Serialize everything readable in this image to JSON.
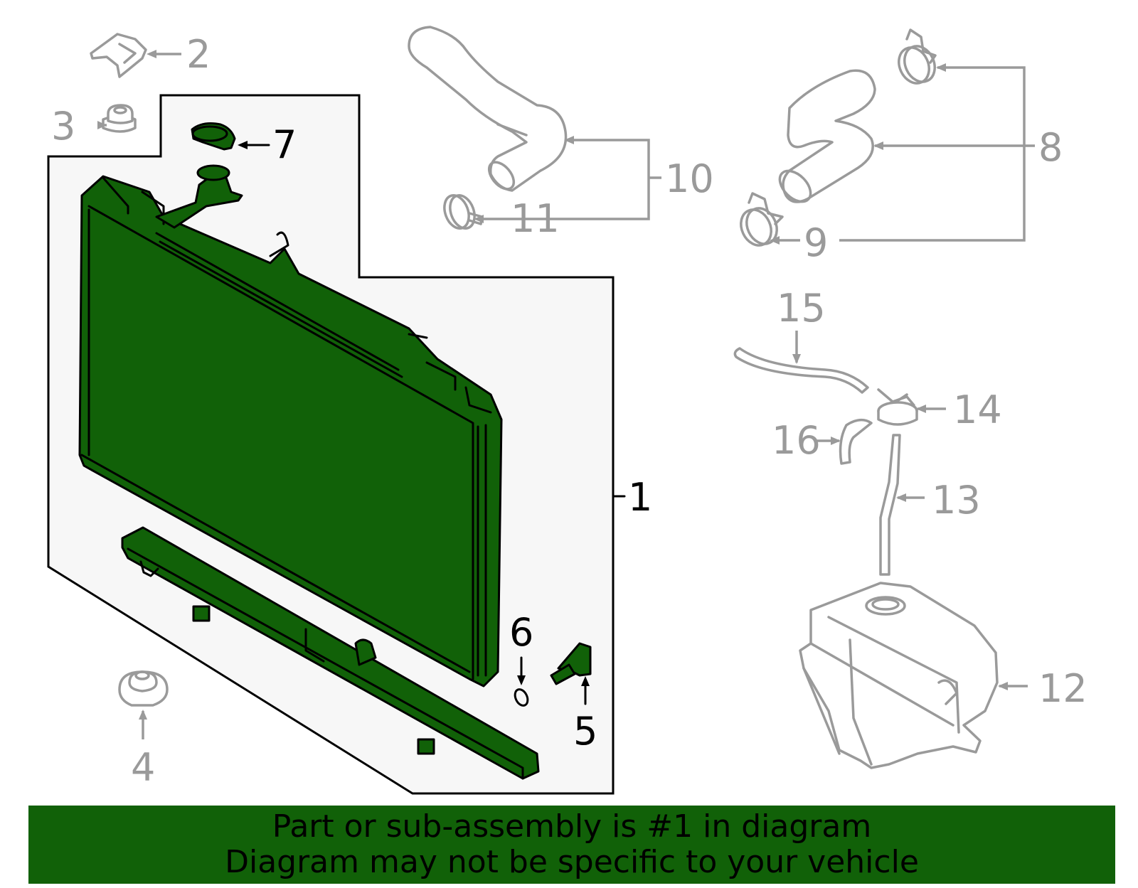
{
  "callouts": [
    {
      "id": "1",
      "label": "1",
      "highlighted": true
    },
    {
      "id": "2",
      "label": "2",
      "highlighted": false
    },
    {
      "id": "3",
      "label": "3",
      "highlighted": false
    },
    {
      "id": "4",
      "label": "4",
      "highlighted": false
    },
    {
      "id": "5",
      "label": "5",
      "highlighted": true
    },
    {
      "id": "6",
      "label": "6",
      "highlighted": true
    },
    {
      "id": "7",
      "label": "7",
      "highlighted": true
    },
    {
      "id": "8",
      "label": "8",
      "highlighted": false
    },
    {
      "id": "9",
      "label": "9",
      "highlighted": false
    },
    {
      "id": "10",
      "label": "10",
      "highlighted": false
    },
    {
      "id": "11",
      "label": "11",
      "highlighted": false
    },
    {
      "id": "12",
      "label": "12",
      "highlighted": false
    },
    {
      "id": "13",
      "label": "13",
      "highlighted": false
    },
    {
      "id": "14",
      "label": "14",
      "highlighted": false
    },
    {
      "id": "15",
      "label": "15",
      "highlighted": false
    },
    {
      "id": "16",
      "label": "16",
      "highlighted": false
    }
  ],
  "banner": {
    "line1": "Part or sub-assembly is #1 in diagram",
    "line2": "Diagram may not be specific to your vehicle"
  },
  "colors": {
    "highlight": "#116108",
    "outline": "#000000",
    "secondary": "#9a9a9a",
    "assembly_box": "#f7f7f7"
  }
}
